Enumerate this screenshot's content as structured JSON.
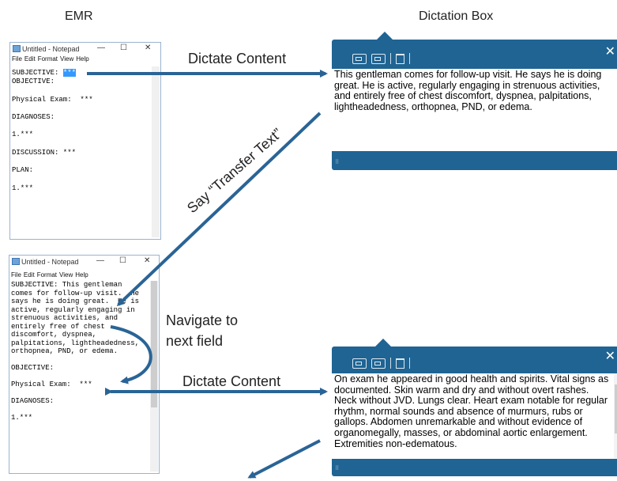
{
  "headings": {
    "emr": "EMR",
    "dictation_box": "Dictation Box"
  },
  "notepad": {
    "title": "Untitled - Notepad",
    "controls": {
      "minimize": "—",
      "maximize": "☐",
      "close": "✕"
    },
    "menu": [
      "File",
      "Edit",
      "Format",
      "View",
      "Help"
    ],
    "top_lines": {
      "subjective_label": "SUBJECTIVE: ",
      "subjective_value": "***",
      "rest": "\nOBJECTIVE:\n\nPhysical Exam:  ***\n\nDIAGNOSES:\n\n1.***\n\nDISCUSSION: ***\n\nPLAN:\n\n1.***"
    },
    "bottom_text": "SUBJECTIVE: This gentleman\ncomes for follow-up visit.  He\nsays he is doing great.  He is\nactive, regularly engaging in\nstrenuous activities, and\nentirely free of chest\ndiscomfort, dyspnea,\npalpitations, lightheadedness,\northopnea, PND, or edema.\n\nOBJECTIVE:\n\nPhysical Exam:  ***\n\nDIAGNOSES:\n\n1.***"
  },
  "dictation_box": {
    "close": "✕",
    "grip": "⠿",
    "text_1": "This gentleman comes for follow-up visit.  He says he is doing great.  He is active, regularly engaging in strenuous activities, and entirely free of chest discomfort, dyspnea, palpitations, lightheadedness, orthopnea, PND, or edema.",
    "text_2": "On exam he appeared in good health and spirits.  Vital signs as documented. Skin warm and dry and without overt rashes. Neck without JVD.  Lungs clear. Heart exam notable for regular rhythm, normal sounds and absence of murmurs, rubs or gallops.  Abdomen unremarkable and without evidence of organomegally, masses, or abdominal aortic enlargement.  Extremities non-edematous."
  },
  "annotations": {
    "dictate_1": "Dictate Content",
    "dictate_2": "Dictate Content",
    "transfer": "Say “Transfer Text”",
    "navigate_1": "Navigate to",
    "navigate_2": "next field"
  },
  "colors": {
    "accent": "#1f6493",
    "arrow": "#2a6496"
  }
}
